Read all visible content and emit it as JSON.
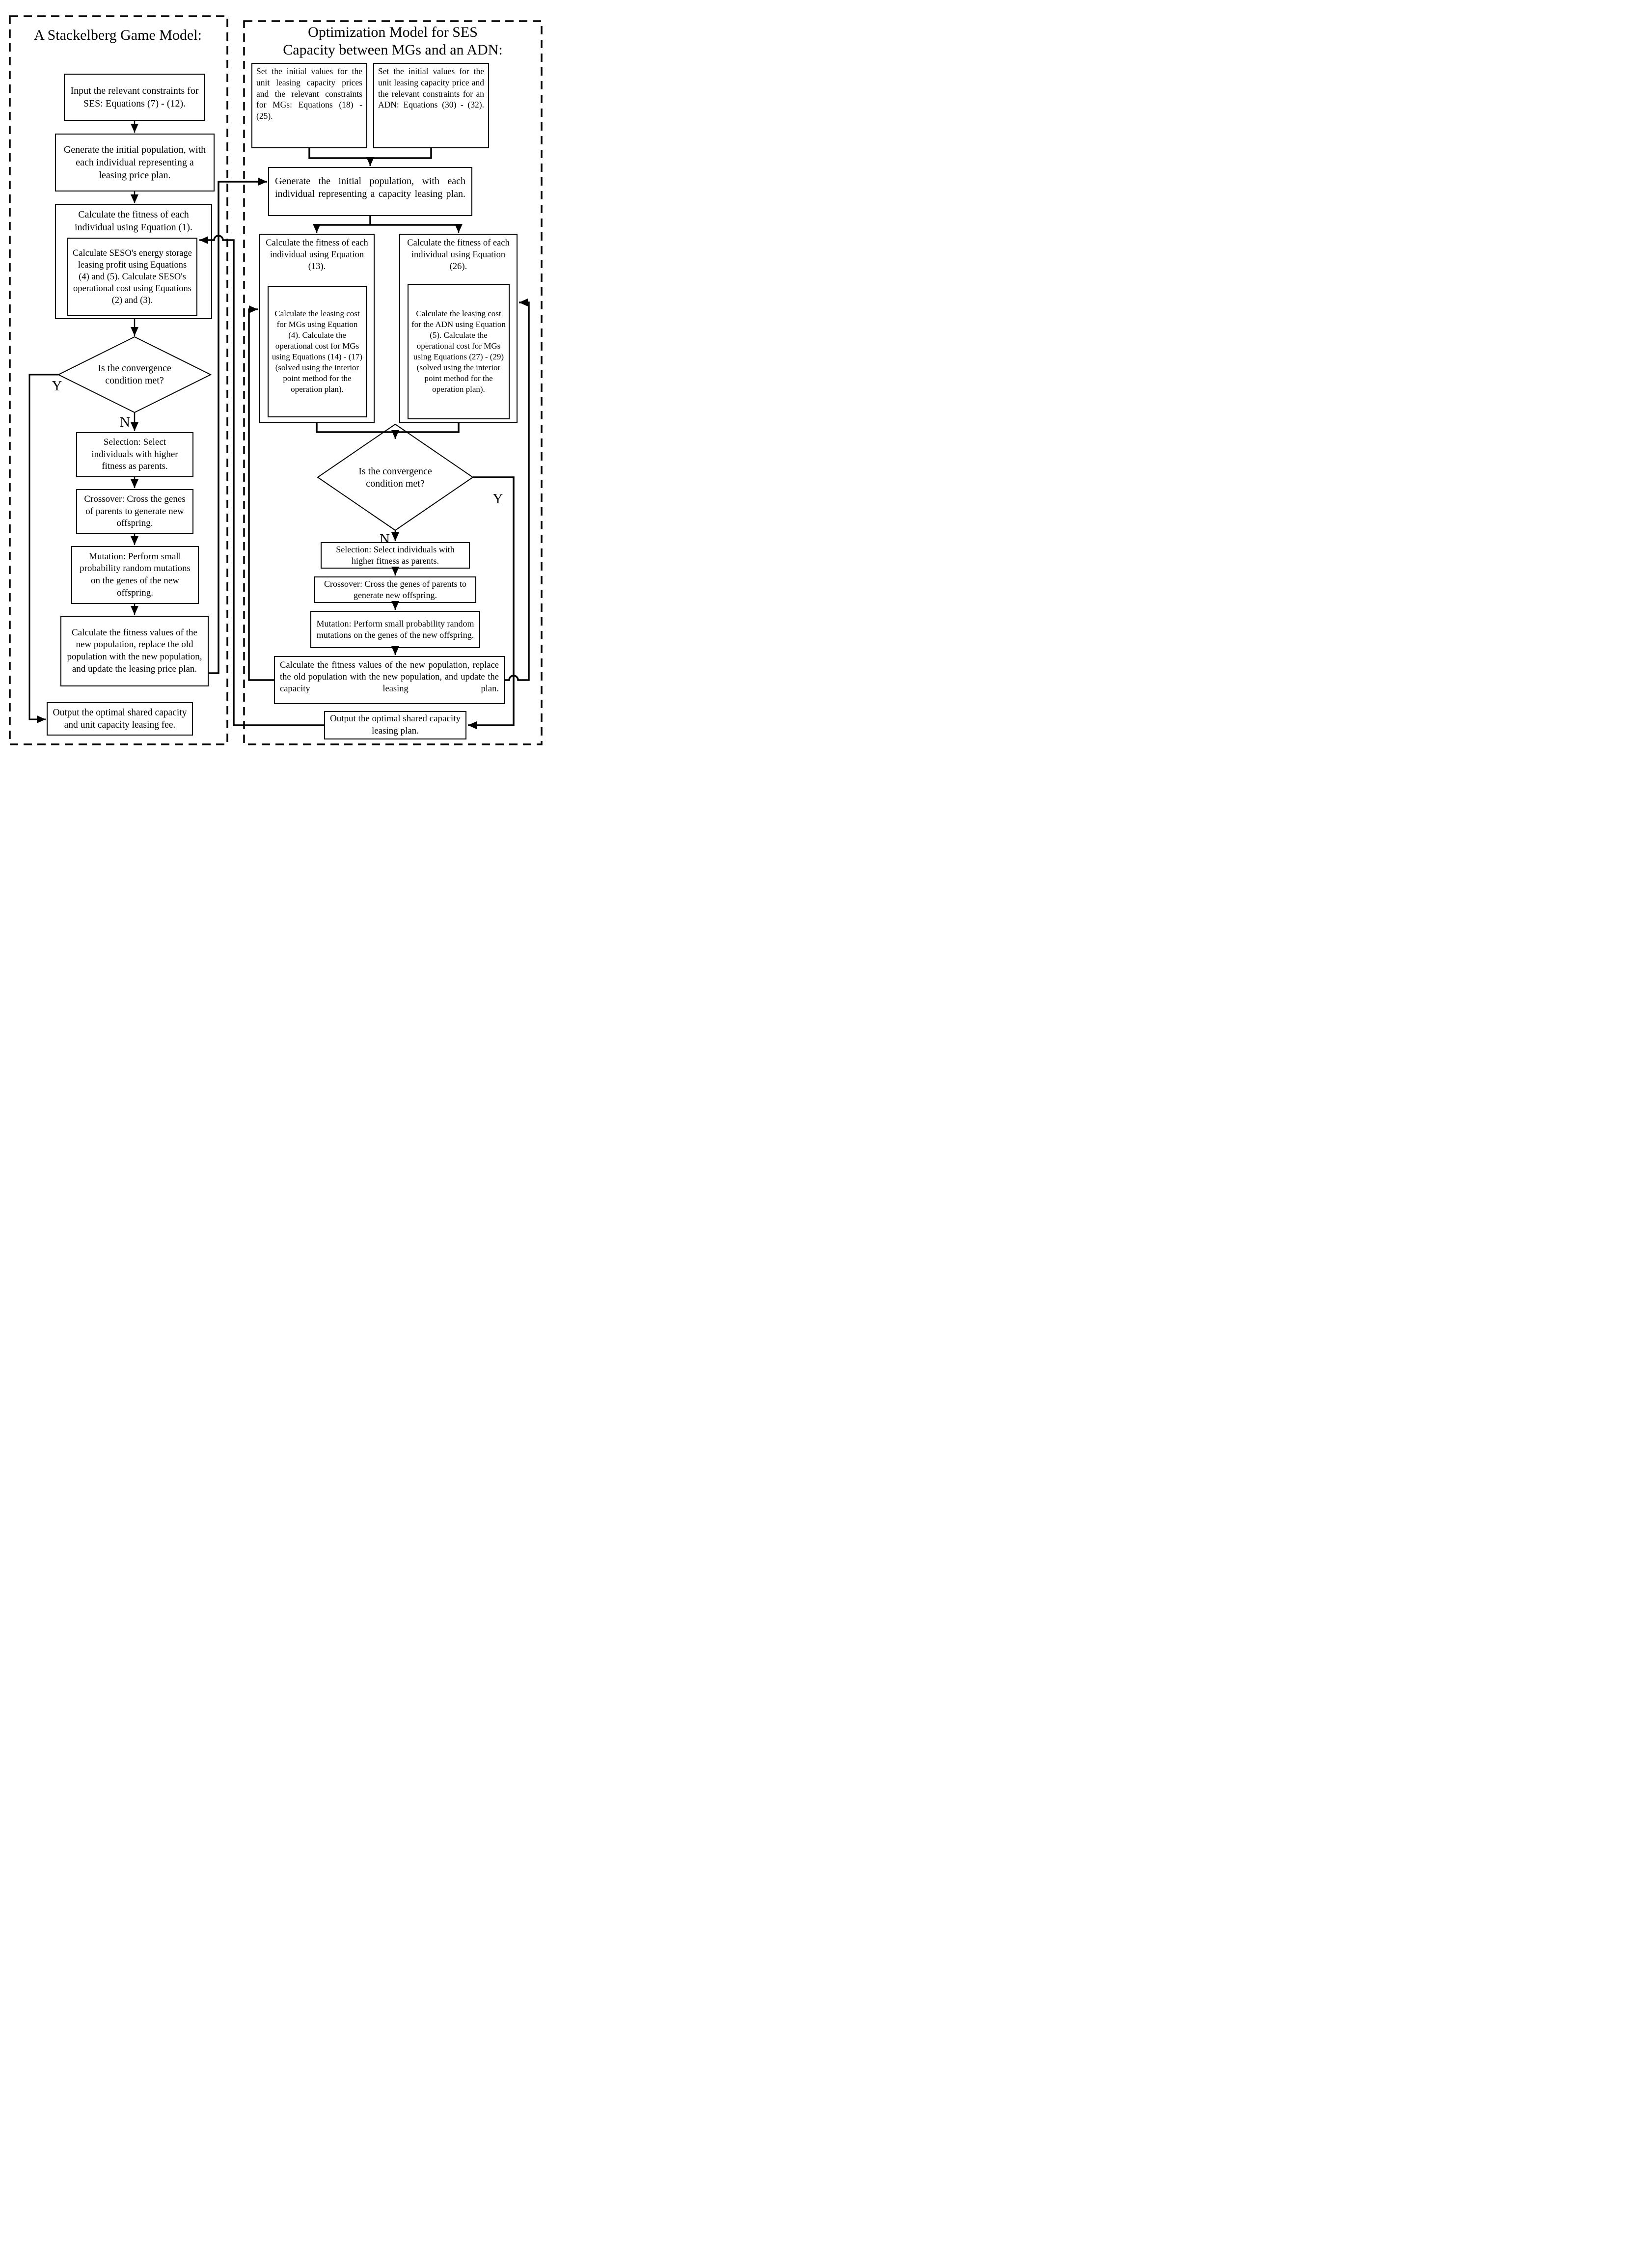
{
  "left": {
    "title": "A Stackelberg Game Model:",
    "input": "Input the relevant constraints for SES: Equations (7) - (12).",
    "generate": "Generate the initial population, with each individual representing a leasing price plan.",
    "fitness_outer": "Calculate the fitness of each individual using Equation (1).",
    "fitness_inner": "Calculate SESO's energy storage leasing profit using Equations (4) and (5). Calculate SESO's operational cost using Equations (2) and (3).",
    "convergence": "Is the convergence condition met?",
    "selection": "Selection: Select individuals with higher fitness as parents.",
    "crossover": "Crossover: Cross the genes of parents to generate new offspring.",
    "mutation": "Mutation: Perform small probability random mutations on the genes of the new offspring.",
    "update": "Calculate the fitness values of the new population, replace the old population with the new population, and update the leasing price plan.",
    "output": "Output the optimal shared capacity and unit capacity leasing fee.",
    "yes_label": "Y",
    "no_label": "N"
  },
  "right": {
    "title_line1": "Optimization Model for SES",
    "title_line2": "Capacity between MGs and an ADN:",
    "init_mgs": "Set the initial values for the unit leasing capacity prices and the relevant constraints for MGs: Equations (18) - (25).",
    "init_adn": "Set the initial values for the unit leasing capacity price and the relevant constraints for an ADN: Equations (30) - (32).",
    "generate": "Generate the initial population, with each individual representing a capacity leasing plan.",
    "fitness_mgs_outer": "Calculate the fitness of each individual using Equation (13).",
    "fitness_mgs_inner": "Calculate the leasing cost for MGs using Equation (4). Calculate the operational cost for MGs using Equations (14) - (17) (solved using the interior point method for the operation plan).",
    "fitness_adn_outer": "Calculate the fitness of each individual using Equation (26).",
    "fitness_adn_inner": "Calculate the leasing cost for the ADN using Equation (5). Calculate the operational cost for MGs using Equations (27) - (29) (solved using the interior point method for the operation plan).",
    "convergence": "Is the convergence condition met?",
    "selection": "Selection: Select individuals with higher fitness as parents.",
    "crossover": "Crossover: Cross the genes of parents to generate new offspring.",
    "mutation": "Mutation: Perform small probability random mutations on the genes of the new offspring.",
    "update": "Calculate the fitness values of the new population, replace the old population with the new population, and update the capacity leasing plan.",
    "output": "Output the optimal shared capacity leasing plan.",
    "yes_label": "Y",
    "no_label": "N"
  }
}
